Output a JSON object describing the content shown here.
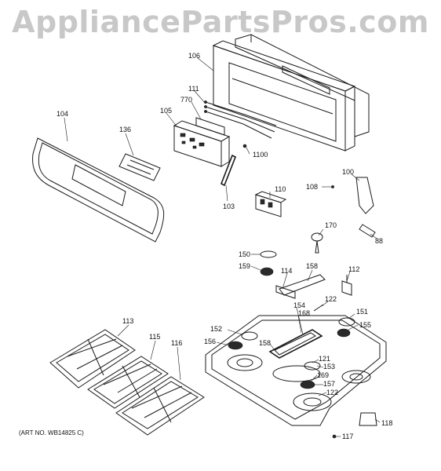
{
  "watermark": "AppliancePartsPros.com",
  "art_number": "(ART NO. WB14825 C)",
  "callouts": [
    {
      "id": "100",
      "label": "100"
    },
    {
      "id": "104",
      "label": "104"
    },
    {
      "id": "105",
      "label": "105"
    },
    {
      "id": "106",
      "label": "106"
    },
    {
      "id": "108",
      "label": "108"
    },
    {
      "id": "110",
      "label": "110"
    },
    {
      "id": "111",
      "label": "111"
    },
    {
      "id": "770",
      "label": "770"
    },
    {
      "id": "136",
      "label": "136"
    },
    {
      "id": "1100",
      "label": "1100"
    },
    {
      "id": "103",
      "label": "103"
    },
    {
      "id": "170",
      "label": "170"
    },
    {
      "id": "88",
      "label": "88"
    },
    {
      "id": "150",
      "label": "150"
    },
    {
      "id": "159",
      "label": "159"
    },
    {
      "id": "114",
      "label": "114"
    },
    {
      "id": "158a",
      "label": "158"
    },
    {
      "id": "112",
      "label": "112"
    },
    {
      "id": "122a",
      "label": "122"
    },
    {
      "id": "154",
      "label": "154"
    },
    {
      "id": "168",
      "label": "168"
    },
    {
      "id": "151",
      "label": "151"
    },
    {
      "id": "152",
      "label": "152"
    },
    {
      "id": "155",
      "label": "155"
    },
    {
      "id": "156",
      "label": "156"
    },
    {
      "id": "158b",
      "label": "158"
    },
    {
      "id": "153",
      "label": "153"
    },
    {
      "id": "121",
      "label": "121"
    },
    {
      "id": "169",
      "label": "169"
    },
    {
      "id": "157",
      "label": "157"
    },
    {
      "id": "122b",
      "label": "122"
    },
    {
      "id": "113",
      "label": "113"
    },
    {
      "id": "115",
      "label": "115"
    },
    {
      "id": "116",
      "label": "116"
    },
    {
      "id": "118",
      "label": "118"
    },
    {
      "id": "117",
      "label": "117"
    }
  ]
}
